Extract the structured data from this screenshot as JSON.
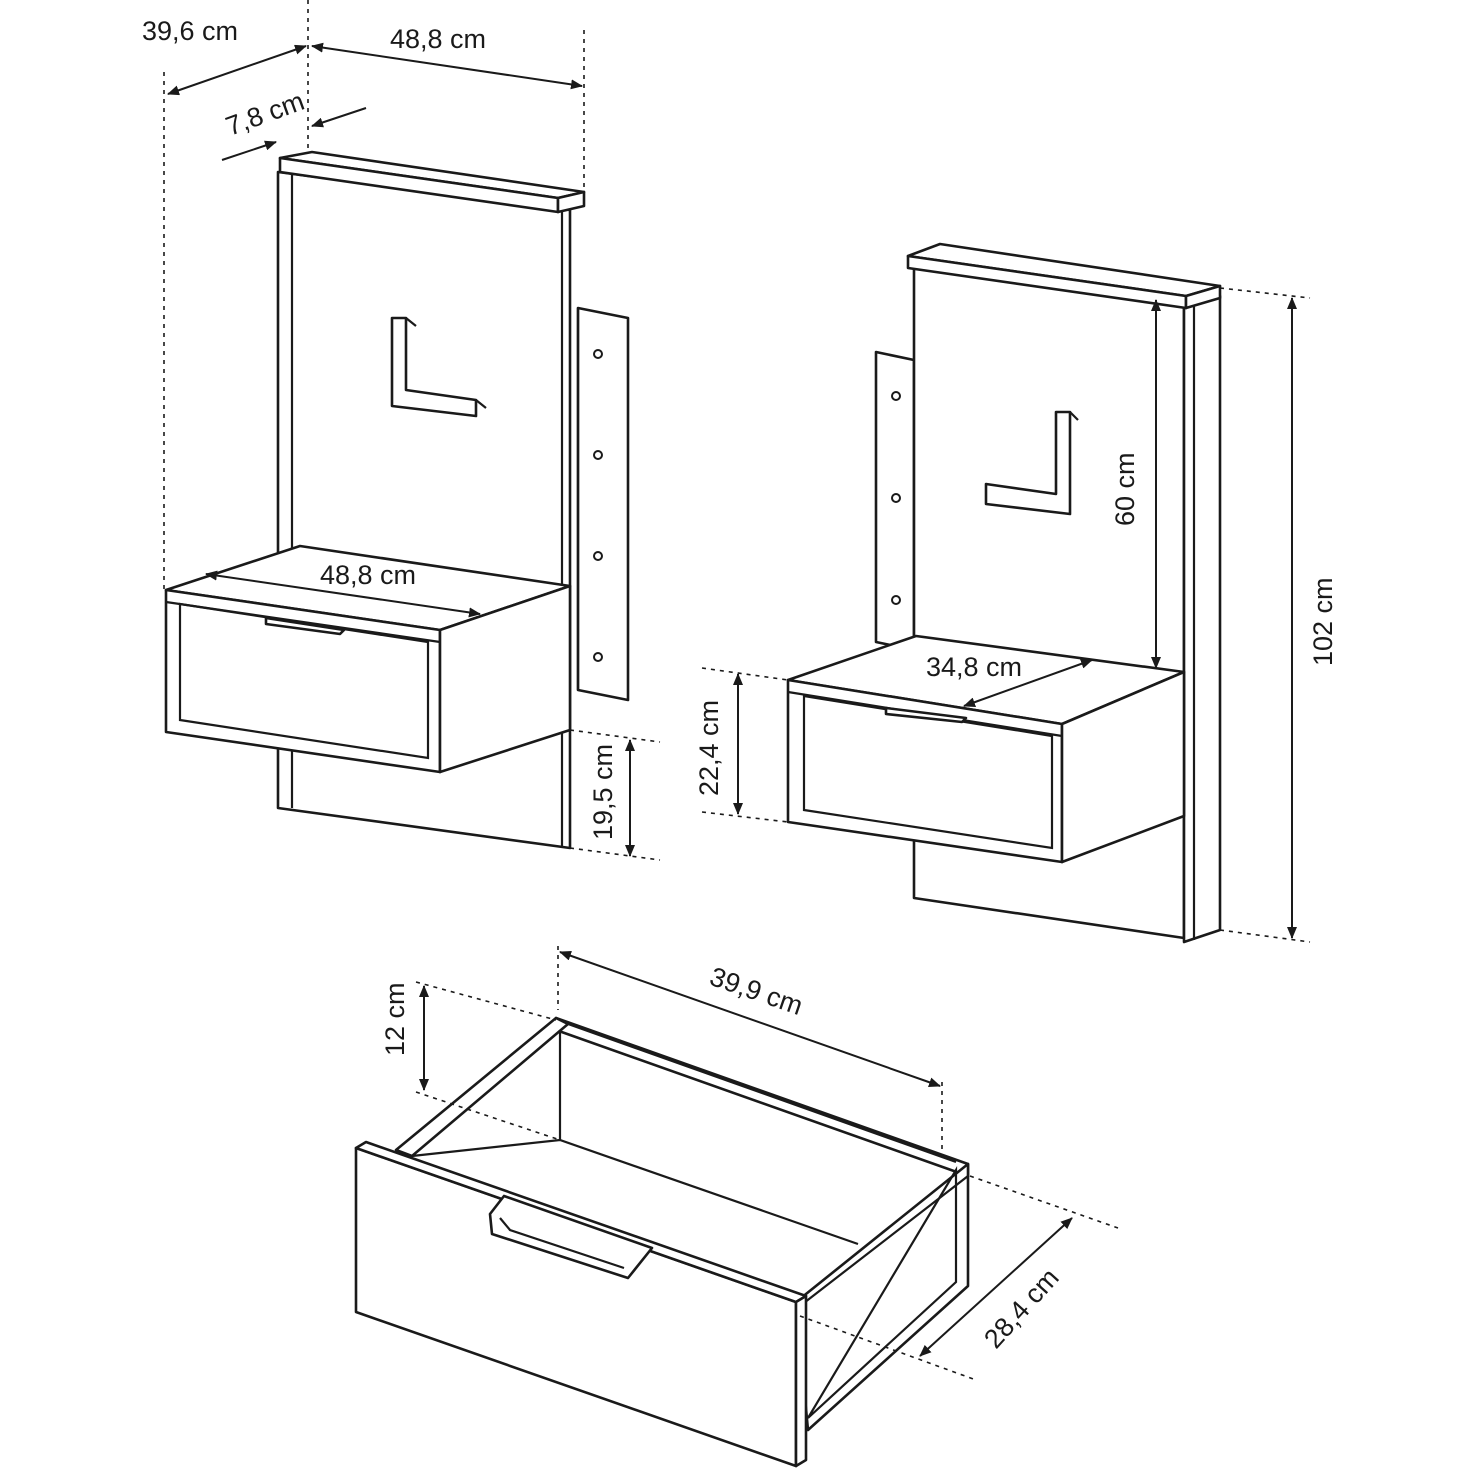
{
  "labels": {
    "depth_total": "39,6 cm",
    "width_top": "48,8 cm",
    "shelf_depth": "7,8 cm",
    "width_drawer_unit": "48,8 cm",
    "height_below": "19,5 cm",
    "panel_height": "60 cm",
    "total_height": "102 cm",
    "unit_depth": "34,8 cm",
    "unit_height": "22,4 cm",
    "drawer_width": "39,9 cm",
    "drawer_height": "12 cm",
    "drawer_depth": "28,4 cm"
  },
  "colors": {
    "line": "#1a1a1a",
    "background": "#ffffff"
  }
}
